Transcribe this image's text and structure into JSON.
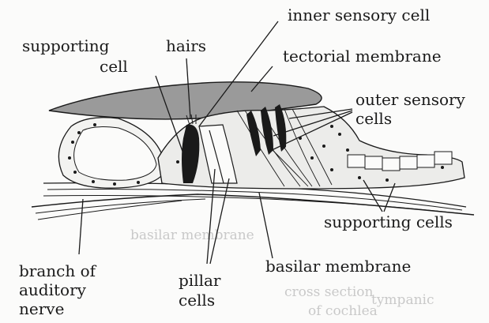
{
  "labels": {
    "inner_sensory_cell": "inner sensory cell",
    "supporting_cell": [
      "supporting",
      "cell"
    ],
    "hairs": "hairs",
    "tectorial_membrane": "tectorial membrane",
    "outer_sensory_cells": [
      "outer sensory",
      "cells"
    ],
    "supporting_cells": "supporting cells",
    "branch_of_auditory_nerve": [
      "branch of",
      "auditory",
      "nerve"
    ],
    "pillar_cells": [
      "pillar",
      "cells"
    ],
    "basilar_membrane": "basilar membrane"
  },
  "background_text": {
    "basilar_membrane_faint": "basilar membrane",
    "tympanic_faint": "tympanic",
    "cross_section_faint": "cross section",
    "of_cochlea_faint": "of cochlea"
  },
  "colors": {
    "ink": "#1a1a1a",
    "membrane": "#9a9a9a",
    "cell_fill": "#ececea",
    "page": "#fbfbfa"
  }
}
